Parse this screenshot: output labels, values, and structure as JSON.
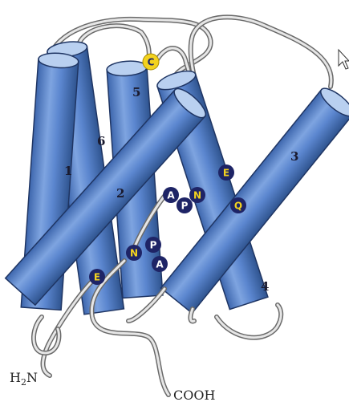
{
  "helices": [
    {
      "id": "h1",
      "label": "1"
    },
    {
      "id": "h2",
      "label": "2"
    },
    {
      "id": "h3",
      "label": "3"
    },
    {
      "id": "h4",
      "label": "4"
    },
    {
      "id": "h5",
      "label": "5"
    },
    {
      "id": "h6",
      "label": "6"
    }
  ],
  "residues": [
    {
      "id": "cys",
      "label": "C",
      "style": "yellow"
    },
    {
      "id": "e_top",
      "label": "E",
      "style": "dark"
    },
    {
      "id": "a_mid",
      "label": "A",
      "style": "dark"
    },
    {
      "id": "p_mid",
      "label": "P",
      "style": "dark"
    },
    {
      "id": "n_mid",
      "label": "N",
      "style": "dark"
    },
    {
      "id": "q_res",
      "label": "Q",
      "style": "dark"
    },
    {
      "id": "n_low",
      "label": "N",
      "style": "dark"
    },
    {
      "id": "p_low",
      "label": "P",
      "style": "dark"
    },
    {
      "id": "a_low",
      "label": "A",
      "style": "dark"
    },
    {
      "id": "e_low",
      "label": "E",
      "style": "dark"
    }
  ],
  "termini": {
    "n_term_main": "H",
    "n_term_sub": "2",
    "n_term_tail": "N",
    "c_term": "COOH"
  },
  "colors": {
    "helix_fill": "#5b86cf",
    "helix_cap": "#b9d0f0",
    "helix_outline": "#1f3563",
    "residue_dark": "#1e2466",
    "residue_yellow": "#f3d21f",
    "residue_text_light": "#ffffff",
    "residue_text_yellow": "#f3d21f",
    "loop": "#6a6a6a"
  }
}
